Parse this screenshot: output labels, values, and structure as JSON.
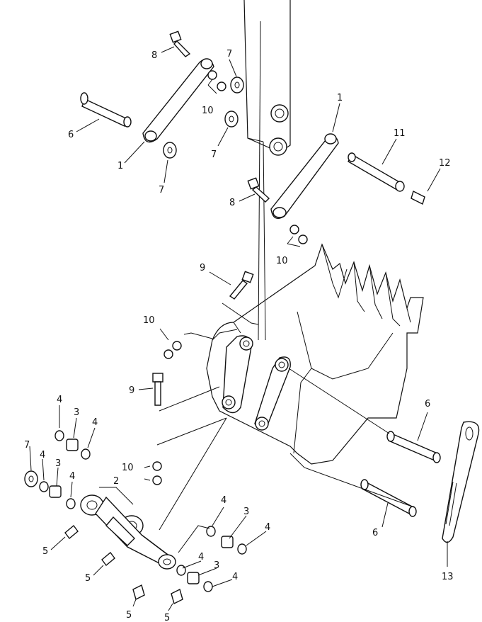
{
  "diagram": {
    "callouts": [
      {
        "id": "c-8-top",
        "text": "8"
      },
      {
        "id": "c-7-top",
        "text": "7"
      },
      {
        "id": "c-6-top",
        "text": "6"
      },
      {
        "id": "c-10-top",
        "text": "10"
      },
      {
        "id": "c-7-mid",
        "text": "7"
      },
      {
        "id": "c-1-left",
        "text": "1"
      },
      {
        "id": "c-7-low",
        "text": "7"
      },
      {
        "id": "c-1-right",
        "text": "1"
      },
      {
        "id": "c-11",
        "text": "11"
      },
      {
        "id": "c-12",
        "text": "12"
      },
      {
        "id": "c-8-right",
        "text": "8"
      },
      {
        "id": "c-10-right",
        "text": "10"
      },
      {
        "id": "c-9-top",
        "text": "9"
      },
      {
        "id": "c-10-mid",
        "text": "10"
      },
      {
        "id": "c-9-low",
        "text": "9"
      },
      {
        "id": "c-6-right",
        "text": "6"
      },
      {
        "id": "c-4-a",
        "text": "4"
      },
      {
        "id": "c-3-a",
        "text": "3"
      },
      {
        "id": "c-4-b",
        "text": "4"
      },
      {
        "id": "c-7-left",
        "text": "7"
      },
      {
        "id": "c-4-c",
        "text": "4"
      },
      {
        "id": "c-3-b",
        "text": "3"
      },
      {
        "id": "c-4-d",
        "text": "4"
      },
      {
        "id": "c-2",
        "text": "2"
      },
      {
        "id": "c-10-low",
        "text": "10"
      },
      {
        "id": "c-5-a",
        "text": "5"
      },
      {
        "id": "c-5-b",
        "text": "5"
      },
      {
        "id": "c-5-c",
        "text": "5"
      },
      {
        "id": "c-5-d",
        "text": "5"
      },
      {
        "id": "c-4-e",
        "text": "4"
      },
      {
        "id": "c-3-c",
        "text": "3"
      },
      {
        "id": "c-4-f",
        "text": "4"
      },
      {
        "id": "c-4-g",
        "text": "4"
      },
      {
        "id": "c-3-d",
        "text": "3"
      },
      {
        "id": "c-4-h",
        "text": "4"
      },
      {
        "id": "c-6-low",
        "text": "6"
      },
      {
        "id": "c-13",
        "text": "13"
      }
    ]
  }
}
